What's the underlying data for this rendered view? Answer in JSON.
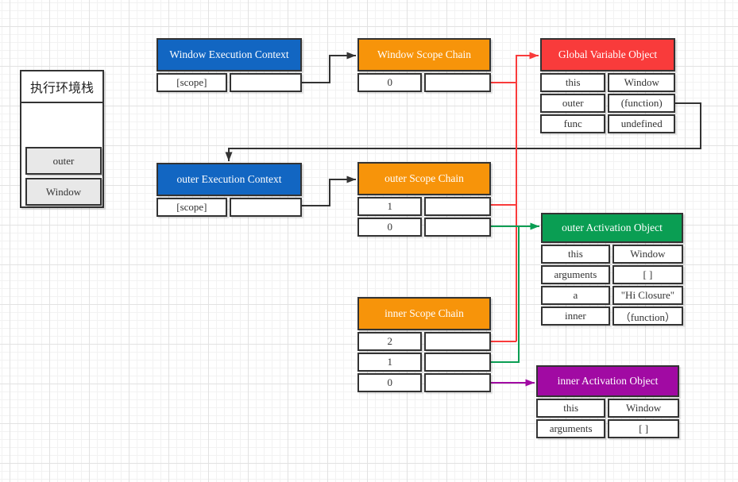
{
  "colors": {
    "blue": "#1266C2",
    "orange": "#F7940A",
    "red": "#F93B3B",
    "green": "#0A9E53",
    "purple": "#A10AA3",
    "line": "#333333",
    "text": "#333333",
    "header_text": "#FFFFFF",
    "gray": "#E8E8E8"
  },
  "stack": {
    "title": "执行环境栈",
    "items": [
      {
        "label": "outer"
      },
      {
        "label": "Window"
      }
    ]
  },
  "boxes": {
    "window_ec": {
      "title": "Window Execution Context",
      "rows": [
        {
          "key": "[scope]",
          "value": ""
        }
      ]
    },
    "window_sc": {
      "title": "Window Scope Chain",
      "rows": [
        {
          "key": "0",
          "value": ""
        }
      ]
    },
    "gvo": {
      "title": "Global Variable Object",
      "rows": [
        {
          "key": "this",
          "value": "Window"
        },
        {
          "key": "outer",
          "value": "(function)"
        },
        {
          "key": "func",
          "value": "undefined"
        }
      ]
    },
    "outer_ec": {
      "title": "outer Execution Context",
      "rows": [
        {
          "key": "[scope]",
          "value": ""
        }
      ]
    },
    "outer_sc": {
      "title": "outer Scope Chain",
      "rows": [
        {
          "key": "1",
          "value": ""
        },
        {
          "key": "0",
          "value": ""
        }
      ]
    },
    "outer_ao": {
      "title": "outer Activation Object",
      "rows": [
        {
          "key": "this",
          "value": "Window"
        },
        {
          "key": "arguments",
          "value": "[ ]"
        },
        {
          "key": "a",
          "value": "\"Hi Closure\""
        },
        {
          "key": "inner",
          "value": "（function）"
        }
      ]
    },
    "inner_sc": {
      "title": "inner Scope Chain",
      "rows": [
        {
          "key": "2",
          "value": ""
        },
        {
          "key": "1",
          "value": ""
        },
        {
          "key": "0",
          "value": ""
        }
      ]
    },
    "inner_ao": {
      "title": "inner Activation Object",
      "rows": [
        {
          "key": "this",
          "value": "Window"
        },
        {
          "key": "arguments",
          "value": "[ ]"
        }
      ]
    }
  }
}
